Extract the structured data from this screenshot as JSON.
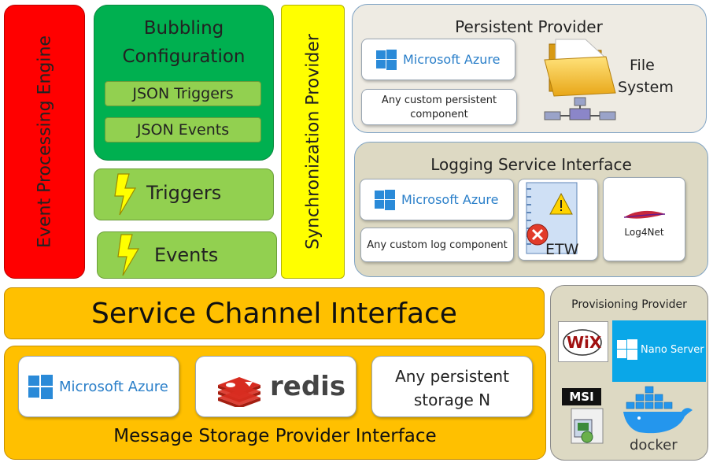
{
  "event_engine": {
    "label": "Event Processing Engine"
  },
  "bubbling": {
    "title_line1": "Bubbling",
    "title_line2": "Configuration",
    "json_triggers": "JSON Triggers",
    "json_events": "JSON Events"
  },
  "triggers": {
    "label": "Triggers"
  },
  "events": {
    "label": "Events"
  },
  "sync_provider": {
    "label": "Synchronization Provider"
  },
  "persistent_provider": {
    "title": "Persistent Provider",
    "azure": "Microsoft Azure",
    "custom_line1": "Any custom persistent",
    "custom_line2": "component",
    "fs_line1": "File",
    "fs_line2": "System"
  },
  "logging": {
    "title": "Logging Service Interface",
    "azure": "Microsoft Azure",
    "custom": "Any custom log component",
    "etw": "ETW",
    "log4net": "Log4Net"
  },
  "service_channel": {
    "label": "Service Channel Interface"
  },
  "message_storage": {
    "label": "Message Storage Provider Interface",
    "azure": "Microsoft Azure",
    "redis": "redis",
    "any_line1": "Any persistent",
    "any_line2": "storage N"
  },
  "provisioning": {
    "title": "Provisioning Provider",
    "wix": "WiX",
    "nano": "Nano Server",
    "msi": "MSI",
    "docker": "docker"
  },
  "colors": {
    "red": "#ff0000",
    "green_dark": "#00b050",
    "green_light": "#92d050",
    "yellow": "#ffff00",
    "orange": "#ffc000",
    "beige": "#eeebe3",
    "azure_blue": "#2a7fc9"
  }
}
